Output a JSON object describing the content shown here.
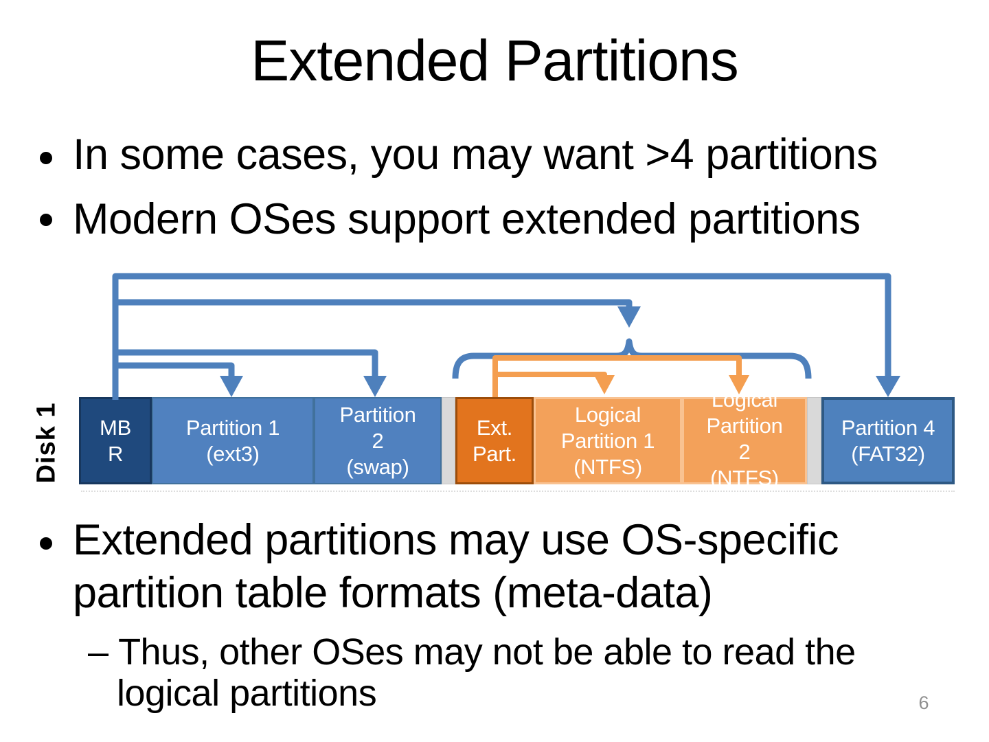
{
  "slide": {
    "title": "Extended Partitions",
    "page_number": "6"
  },
  "bullets": {
    "b1": "In some cases, you may want >4 partitions",
    "b2": "Modern OSes support extended partitions",
    "b3_line1": "Extended partitions may use OS-specific",
    "b3_line2": "partition table formats (meta-data)",
    "sub_marker": "–",
    "sub_line1": "Thus, other OSes may not be able to read the",
    "sub_line2": "logical partitions"
  },
  "diagram": {
    "disk_label": "Disk 1",
    "segments": [
      {
        "id": "mbr",
        "lines": [
          "MB",
          "R"
        ]
      },
      {
        "id": "partition1",
        "lines": [
          "Partition 1",
          "(ext3)"
        ]
      },
      {
        "id": "partition2",
        "lines": [
          "Partition",
          "2",
          "(swap)"
        ]
      },
      {
        "id": "ext-part",
        "lines": [
          "Ext.",
          "Part."
        ]
      },
      {
        "id": "logical-partition1",
        "lines": [
          "Logical",
          "Partition 1",
          "(NTFS)"
        ]
      },
      {
        "id": "logical-partition2",
        "lines": [
          "Logical",
          "Partition",
          "2",
          "(NTFS)"
        ]
      },
      {
        "id": "partition4",
        "lines": [
          "Partition 4",
          "(FAT32)"
        ]
      }
    ]
  },
  "colors": {
    "arrow_blue": "#4E80BC",
    "arrow_orange": "#F49E50",
    "mbr_fill": "#1F497D",
    "mbr_border": "#17375E",
    "partition_fill": "#5081BF",
    "partition_border": "#41719C",
    "partition4_fill": "#4E81BD",
    "partition4_border": "#2E5984",
    "ext_part_fill": "#E2741E",
    "ext_part_border": "#9C4D0A",
    "logical_fill": "#F3A15A",
    "logical_border": "#F9C291",
    "gap_fill": "#D9D9D9",
    "page_number_color": "#8F8F8F"
  }
}
